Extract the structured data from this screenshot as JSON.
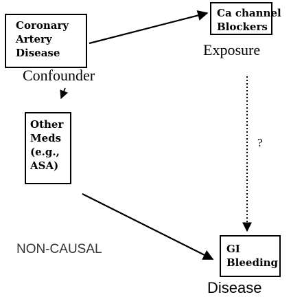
{
  "nodes": {
    "coronary_artery_disease": {
      "lines": [
        "Coronary",
        "Artery",
        "Disease"
      ]
    },
    "ca_channel_blockers": {
      "lines": [
        "Ca channel",
        "Blockers"
      ]
    },
    "other_meds": {
      "lines": [
        "Other",
        "Meds",
        "(e.g.,",
        "ASA)"
      ]
    },
    "gi_bleeding": {
      "lines": [
        "GI",
        "Bleeding"
      ]
    }
  },
  "labels": {
    "exposure": "Exposure",
    "confounder": "Confounder",
    "question": "?",
    "non_causal": "NON-CAUSAL",
    "disease": "Disease"
  },
  "edges": [
    {
      "from": "coronary_artery_disease",
      "to": "ca_channel_blockers",
      "style": "solid"
    },
    {
      "from": "coronary_artery_disease",
      "to": "other_meds",
      "style": "solid"
    },
    {
      "from": "ca_channel_blockers",
      "to": "gi_bleeding",
      "style": "dotted"
    },
    {
      "from": "other_meds",
      "to": "gi_bleeding",
      "style": "solid"
    }
  ],
  "colors": {
    "ink": "#000000",
    "background": "#ffffff"
  }
}
